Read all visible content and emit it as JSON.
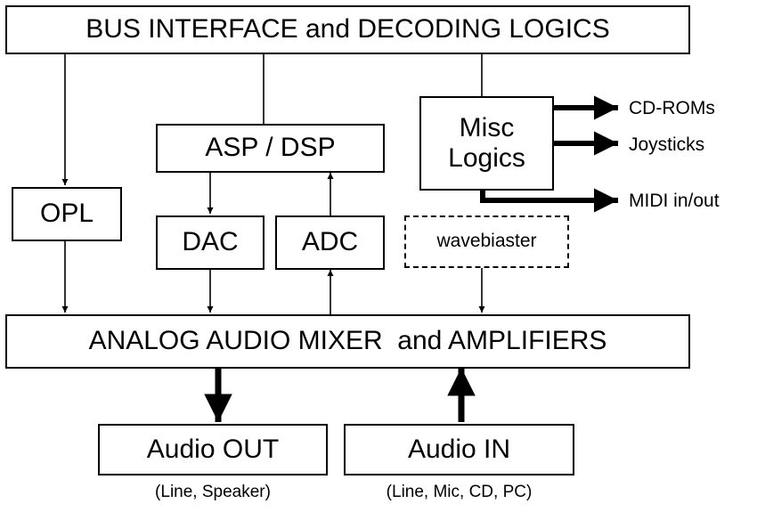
{
  "blocks": {
    "bus_interface": "BUS INTERFACE and DECODING LOGICS",
    "asp_dsp": "ASP / DSP",
    "misc_logics_line1": "Misc",
    "misc_logics_line2": "Logics",
    "opl": "OPL",
    "dac": "DAC",
    "adc": "ADC",
    "wavebiaster": "wavebiaster",
    "mixer": "ANALOG AUDIO MIXER  and AMPLIFIERS",
    "audio_out": "Audio OUT",
    "audio_in": "Audio IN"
  },
  "external_outputs": {
    "cd_roms": "CD-ROMs",
    "joysticks": "Joysticks",
    "midi": "MIDI in/out"
  },
  "captions": {
    "audio_out": "(Line, Speaker)",
    "audio_in": "(Line, Mic, CD, PC)"
  },
  "colors": {
    "line": "#000000",
    "background": "#ffffff"
  }
}
